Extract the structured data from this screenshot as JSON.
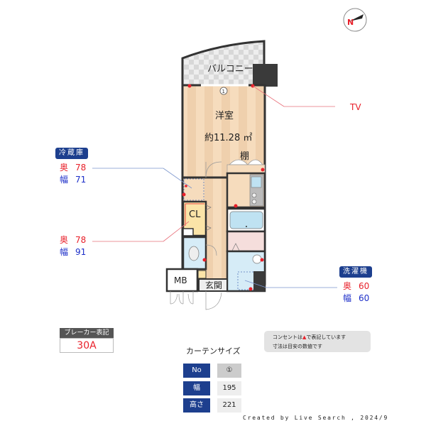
{
  "compass": {
    "label": "N"
  },
  "floorplan": {
    "balcony_label": "バルコニー",
    "room_label": "洋室",
    "room_area": "約11.28 ㎡",
    "shelf_label": "棚",
    "closet_label": "CL",
    "mb_label": "MB",
    "entrance_label": "玄関",
    "window_marker": "1"
  },
  "callouts": {
    "tv_label": "TV",
    "fridge": {
      "tag": "冷蔵庫",
      "depth_key": "奥",
      "depth": "78",
      "width_key": "幅",
      "width": "71"
    },
    "closet": {
      "depth_key": "奥",
      "depth": "78",
      "width_key": "幅",
      "width": "91"
    },
    "washer": {
      "tag": "洗濯機",
      "depth_key": "奥",
      "depth": "60",
      "width_key": "幅",
      "width": "60"
    }
  },
  "breaker": {
    "header": "ブレーカー表記",
    "value": "30A"
  },
  "note": {
    "line1_pre": "コンセントは",
    "line1_mark": "▲",
    "line1_post": "で表記しています",
    "line2": "寸法は目安の数値です"
  },
  "curtain": {
    "title": "カーテンサイズ",
    "rows": [
      {
        "key": "No",
        "value": "①"
      },
      {
        "key": "幅",
        "value": "195"
      },
      {
        "key": "高さ",
        "value": "221"
      }
    ]
  },
  "credit": "Created by Live Search , 2024/9",
  "colors": {
    "accent_blue": "#1d3f8e",
    "red": "#e8202a",
    "floor_wood": "#f6dcbd",
    "wet_area": "#d6ecf7"
  }
}
